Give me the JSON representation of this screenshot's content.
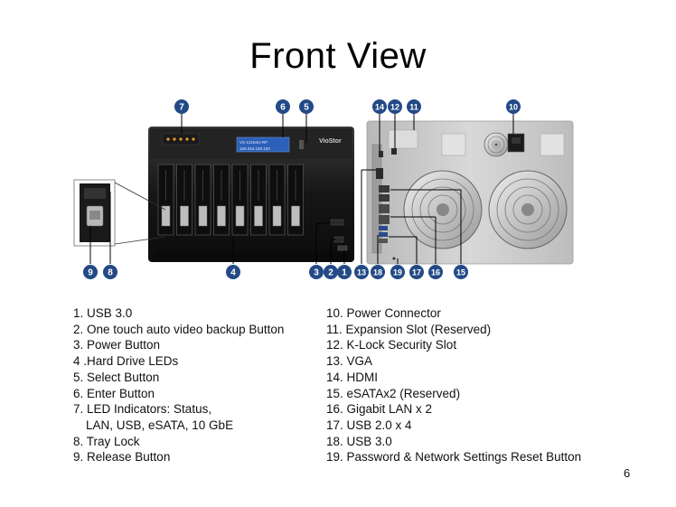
{
  "title": "Front View",
  "page_number": "6",
  "device_brand": "VioStor",
  "lcd_lines": [
    "VS-12164U-RP",
    "169.254.100.100"
  ],
  "left_items": [
    {
      "text": "1. USB 3.0"
    },
    {
      "text": "2. One touch auto video backup Button"
    },
    {
      "text": "3. Power Button"
    },
    {
      "text": "4 .Hard Drive LEDs"
    },
    {
      "text": "5. Select Button"
    },
    {
      "text": "6. Enter Button"
    },
    {
      "text": "7. LED Indicators: Status,"
    },
    {
      "text": "LAN, USB, eSATA, 10 GbE"
    },
    {
      "text": "8. Tray Lock"
    },
    {
      "text": "9. Release Button"
    }
  ],
  "right_items": [
    {
      "text": "10. Power Connector"
    },
    {
      "text": "11. Expansion Slot (Reserved)"
    },
    {
      "text": "12. K-Lock Security Slot"
    },
    {
      "text": "13. VGA"
    },
    {
      "text": "14. HDMI"
    },
    {
      "text": "15. eSATAx2 (Reserved)"
    },
    {
      "text": "16. Gigabit LAN x 2"
    },
    {
      "text": "17. USB 2.0 x 4"
    },
    {
      "text": "18. USB 3.0"
    },
    {
      "text": "19. Password & Network Settings Reset Button"
    }
  ],
  "callouts": [
    "1",
    "2",
    "3",
    "4",
    "5",
    "6",
    "7",
    "8",
    "9",
    "10",
    "11",
    "12",
    "13",
    "14",
    "15",
    "16",
    "17",
    "18",
    "19"
  ],
  "colors": {
    "callout_fill": "#234a86",
    "chassis": "#1b1b1b",
    "lcd": "#2c5fb8",
    "rear_panel": "#c9c9c9"
  }
}
